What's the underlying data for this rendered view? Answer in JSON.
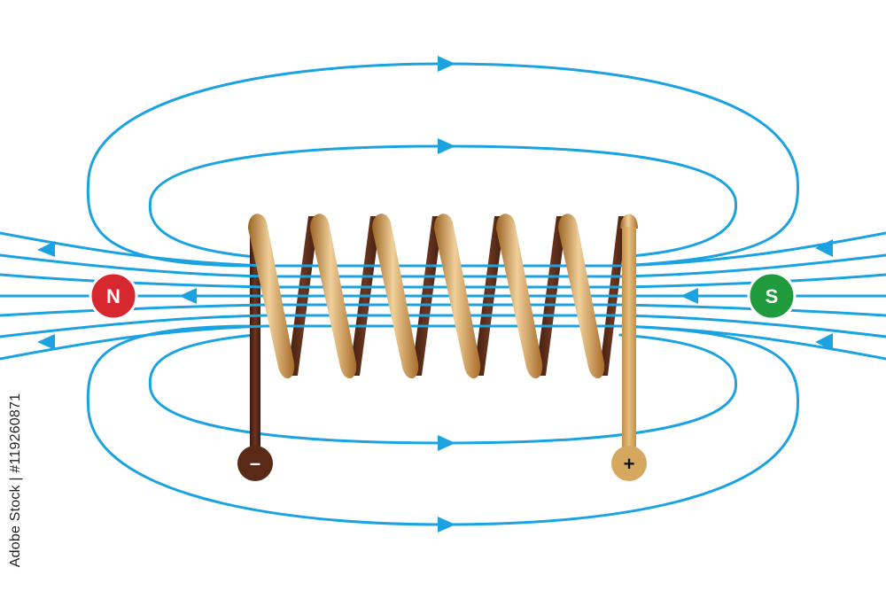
{
  "diagram": {
    "poles": {
      "north": {
        "label": "N",
        "color": "#d7282f"
      },
      "south": {
        "label": "S",
        "color": "#1f9a3c"
      }
    },
    "terminals": {
      "negative": {
        "label": "–",
        "color": "#5a2a16"
      },
      "positive": {
        "label": "+",
        "color": "#d6a85f"
      }
    },
    "colors": {
      "field_line": "#1aa3e0",
      "coil_front": "#c98f3f",
      "coil_back": "#5b2b17"
    }
  },
  "stock_id": "Adobe Stock | #119260871"
}
